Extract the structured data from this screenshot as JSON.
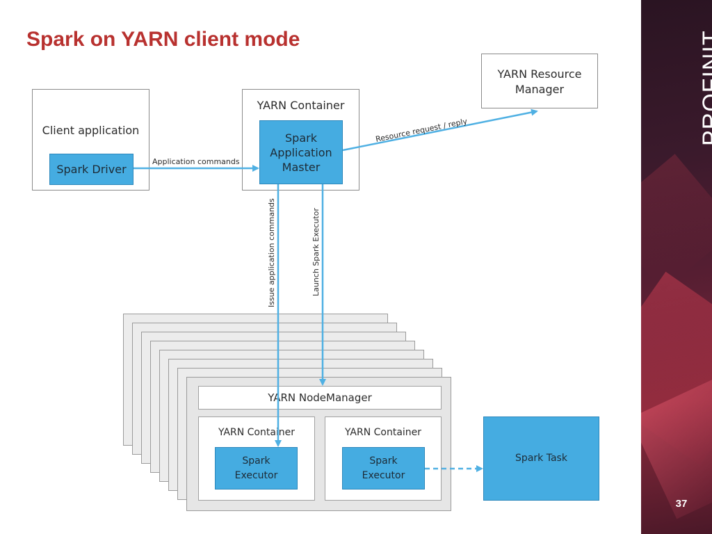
{
  "slide": {
    "title": "Spark on YARN client mode",
    "brand": "PROFINIT",
    "page_number": "37"
  },
  "diagram": {
    "client": {
      "label": "Client application",
      "driver": "Spark Driver"
    },
    "container": {
      "label": "YARN Container",
      "app_master": "Spark\nApplication\nMaster"
    },
    "resource_manager": {
      "label": "YARN Resource\nManager"
    },
    "node_manager": {
      "label": "YARN NodeManager",
      "container_left": {
        "label": "YARN Container",
        "executor": "Spark\nExecutor"
      },
      "container_right": {
        "label": "YARN Container",
        "executor": "Spark\nExecutor"
      }
    },
    "spark_task": "Spark Task",
    "edges": {
      "application_commands": "Application commands",
      "resource_request": "Resource request / reply",
      "issue_commands": "Issue application commands",
      "launch_executor": "Launch Spark Executor"
    },
    "colors": {
      "node": "#45ace1",
      "arrow": "#4fb0e3",
      "title": "#b8312f"
    }
  }
}
